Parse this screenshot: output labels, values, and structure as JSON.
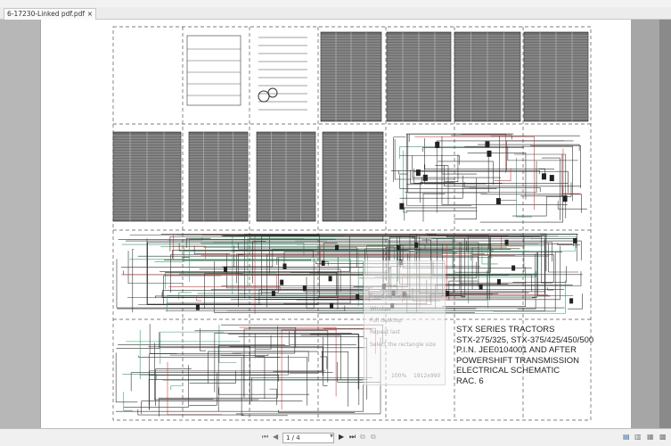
{
  "tab": {
    "title": "6-17230-Linked pdf.pdf",
    "close": "×"
  },
  "document": {
    "title_lines": [
      "STX SERIES TRACTORS",
      "STX-275/325, STX-375/425/450/500",
      "P.I.N. JEE0104001 AND AFTER",
      "POWERSHIFT TRANSMISSION",
      "ELECTRICAL SCHEMATIC",
      "RAC. 6"
    ]
  },
  "snip_overlay": {
    "view": "View",
    "fixed_rectangle": "Fixed rectangle",
    "window": "Window",
    "full_desktop": "Full desktop",
    "repeat_last": "Repeat last",
    "select_size": "Select the rectangle size",
    "zoom": "100%",
    "resolution": "1912x990"
  },
  "statusbar": {
    "page": "1 / 4"
  },
  "colors": {
    "wire_red": "#d04040",
    "wire_green": "#3a9a6a",
    "background": "#a6a6a6"
  }
}
